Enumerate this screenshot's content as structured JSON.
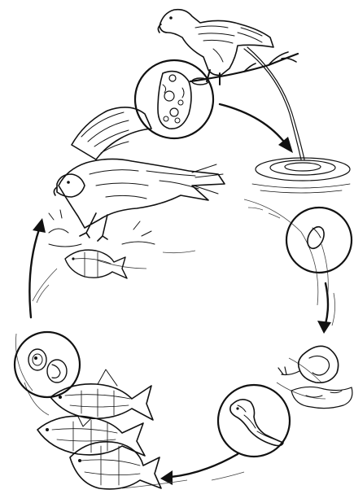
{
  "diagram": {
    "kind": "parasite-life-cycle",
    "stages": [
      {
        "id": "eagle-perched",
        "icon": "eagle-perched-icon"
      },
      {
        "id": "droppings-into-water",
        "icon": "water-ripple-icon"
      },
      {
        "id": "egg",
        "icon": "egg-icon"
      },
      {
        "id": "snail-host",
        "icon": "snail-icon"
      },
      {
        "id": "larva",
        "icon": "larva-icon"
      },
      {
        "id": "fish-host",
        "icon": "fish-icon"
      },
      {
        "id": "cyst-in-fish",
        "icon": "cyst-icon"
      },
      {
        "id": "eagle-catching-fish",
        "icon": "eagle-hunting-icon"
      },
      {
        "id": "adult-in-bird",
        "icon": "parasite-adult-icon"
      }
    ],
    "colors": {
      "ink": "#111111",
      "background": "#ffffff"
    }
  }
}
